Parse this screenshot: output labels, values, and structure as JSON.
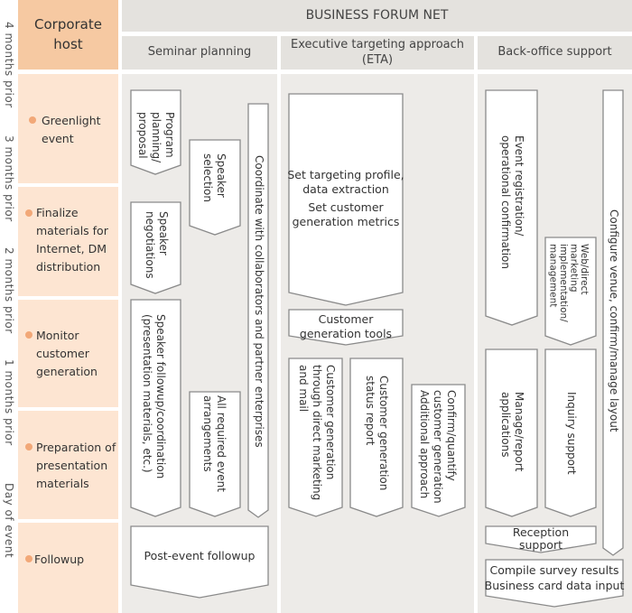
{
  "header": {
    "corporate": "Corporate\nhost",
    "forum": "BUSINESS FORUM NET"
  },
  "columns": {
    "seminar": "Seminar planning",
    "eta": "Executive targeting approach\n(ETA)",
    "backoffice": "Back-office support"
  },
  "timeline": [
    "4 months prior",
    "3 months prior",
    "2 months prior",
    "1 months prior",
    "Day of event"
  ],
  "stages": [
    "Greenlight\nevent",
    "Finalize\nmaterials for\nInternet, DM\ndistribution",
    "Monitor\ncustomer\ngeneration",
    "Preparation of\npresentation\nmaterials",
    "Followup"
  ],
  "tasks": {
    "program_planning": "Program\nplanning/\nproposal",
    "speaker_selection": "Speaker\nselection",
    "coordinate": "Coordinate with collaborators and partner enterprises",
    "speaker_negotiations": "Speaker\nnegotiations",
    "speaker_followup": "Speaker followup/coordination\n(presentation materials, etc.)",
    "event_arrangements": "All required event\narrangements",
    "post_event": "Post-event followup",
    "set_targeting": "Set targeting profile,\ndata extraction",
    "set_metrics": "Set customer\ngeneration metrics",
    "gen_tools": "Customer\ngeneration tools",
    "direct_marketing": "Customer generation\nthrough direct marketing\nand mail",
    "status_report": "Customer generation\nstatus report",
    "confirm_quantify": "Confirm/quantify\ncustomer generation\nAdditional approach",
    "event_registration": "Event registration/\noperational confirmation",
    "web_marketing": "Web/direct\nmarketing\nimplementation/\nmanagement",
    "manage_applications": "Manage/report\napplications",
    "inquiry_support": "Inquiry support",
    "configure_venue": "Configure venue, confirm/manage layout",
    "reception_support": "Reception\nsupport",
    "survey_results": "Compile survey results\nBusiness card data input"
  },
  "colors": {
    "corporate_header": "#f6c9a2",
    "stage_background": "#fde5d2",
    "column_background": "#edebe8",
    "header_background": "#e4e2de",
    "bullet": "#f2a878",
    "arrow_stroke": "#8a8a8a"
  }
}
